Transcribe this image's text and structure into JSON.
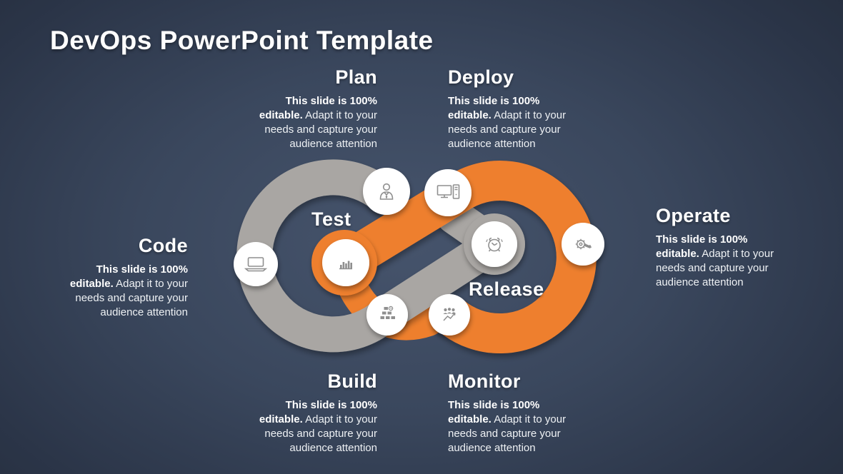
{
  "slide": {
    "title": "DevOps PowerPoint Template"
  },
  "callouts": {
    "plan": {
      "title": "Plan",
      "desc_bold": "This slide is 100% editable.",
      "desc_rest": "Adapt it to your needs and capture your audience attention"
    },
    "deploy": {
      "title": "Deploy",
      "desc_bold": "This slide is 100% editable.",
      "desc_rest": "Adapt it to your needs and capture your audience attention"
    },
    "code": {
      "title": "Code",
      "desc_bold": "This slide is 100% editable.",
      "desc_rest": "Adapt it to your needs and capture your audience attention"
    },
    "operate": {
      "title": "Operate",
      "desc_bold": "This slide is 100% editable.",
      "desc_rest": "Adapt it to your needs and capture your audience attention"
    },
    "build": {
      "title": "Build",
      "desc_bold": "This slide is 100% editable.",
      "desc_rest": "Adapt it to your needs and capture your audience attention"
    },
    "monitor": {
      "title": "Monitor",
      "desc_bold": "This slide is 100% editable.",
      "desc_rest": "Adapt it to your needs and capture your audience attention"
    }
  },
  "loop_labels": {
    "test": "Test",
    "release": "Release"
  },
  "icons": {
    "code": "laptop-icon",
    "plan": "businessman-icon",
    "test": "bar-chart-icon",
    "deploy": "desktop-computer-icon",
    "release": "alarm-clock-icon",
    "operate": "gear-wrench-icon",
    "build": "task-list-icon",
    "monitor": "team-growth-icon"
  },
  "colors": {
    "background": "#2e3a4e",
    "loop_gray": "#a9a6a3",
    "loop_orange": "#ee7f2d",
    "circle_white": "#ffffff",
    "icon_gray": "#8f8f8f",
    "text": "#ffffff"
  }
}
